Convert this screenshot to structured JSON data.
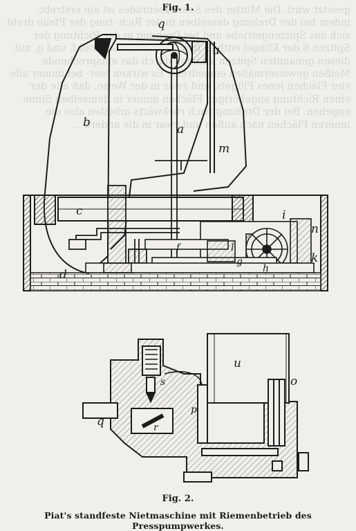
{
  "figures": {
    "fig1": {
      "caption": "Fig. 1.",
      "labels": {
        "a": "a",
        "b": "b",
        "c": "c",
        "d": "d",
        "f": "f",
        "g": "g",
        "h": "h",
        "i": "i",
        "k": "k",
        "l": "l",
        "m": "m",
        "n": "n",
        "q": "q",
        "u": "u"
      }
    },
    "fig2": {
      "caption": "Fig. 2.",
      "labels": {
        "q": "q",
        "s": "s",
        "p": "p",
        "r": "r",
        "u": "u",
        "o": "o"
      }
    }
  },
  "main_caption": "Piat's standfeste Nietmaschine mit Riemenbetrieb des Presspumpwerkes.",
  "bleed_through_text": "gesetzt wird. Die Mutter des Schraubenrades ist ein erstrebt, indem bei der Drehung desselben in der Rich- tung der Pfeile dreht sich das Spitzengetriebe und bei Drehung in der Richtung der Spitzen 6 der Klingel enthält bzw. indem ein Zahnrad f, und g, mit diesen genannten Spitzen a Linien durch das entsprechende Meißen gewissermaßen eingedreht. Es wirken hier- bei immer alle vier Flächen jenes Flügels, und zwar in der Weise, daß alle der einen Richtung angehörigen Flächen immer in demselben Sinne angehen. Bei der Drehung nach rückwärts arbeiten also die inneren Flächen nach außen und zwar in die andere ..."
}
